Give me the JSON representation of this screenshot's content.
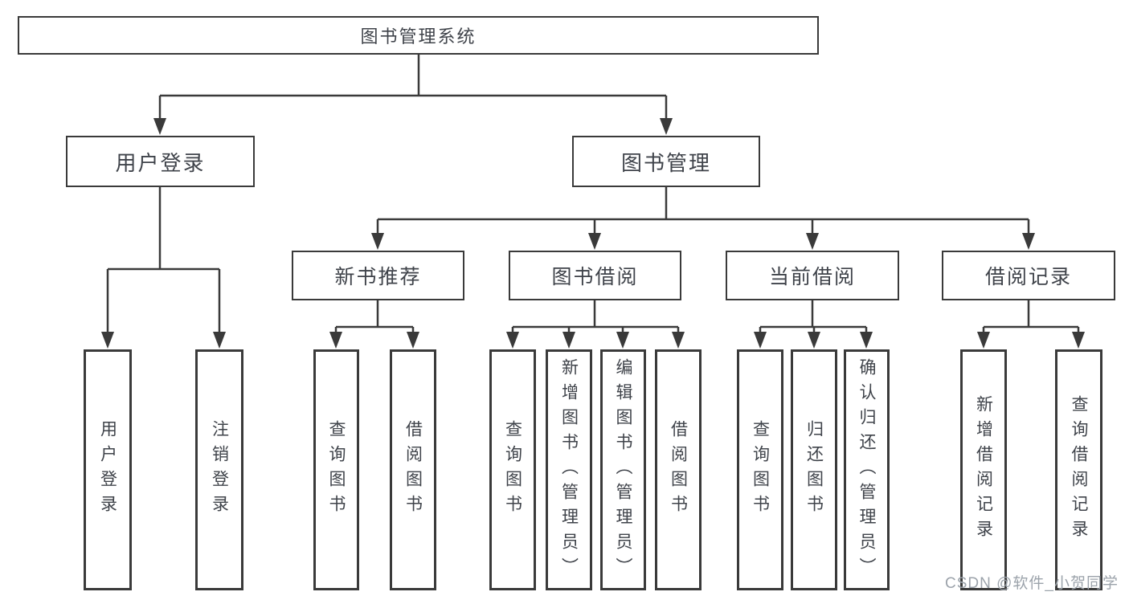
{
  "diagram": {
    "root": {
      "label": "图书管理系统"
    },
    "branches": [
      {
        "label": "用户登录",
        "children": [
          {
            "label": "用户登录"
          },
          {
            "label": "注销登录"
          }
        ]
      },
      {
        "label": "图书管理",
        "children": [
          {
            "label": "新书推荐",
            "children": [
              {
                "label": "查询图书"
              },
              {
                "label": "借阅图书"
              }
            ]
          },
          {
            "label": "图书借阅",
            "children": [
              {
                "label": "查询图书"
              },
              {
                "label": "新增图书（管理员）"
              },
              {
                "label": "编辑图书（管理员）"
              },
              {
                "label": "借阅图书"
              }
            ]
          },
          {
            "label": "当前借阅",
            "children": [
              {
                "label": "查询图书"
              },
              {
                "label": "归还图书"
              },
              {
                "label": "确认归还（管理员）"
              }
            ]
          },
          {
            "label": "借阅记录",
            "children": [
              {
                "label": "新增借阅记录"
              },
              {
                "label": "查询借阅记录"
              }
            ]
          }
        ]
      }
    ],
    "watermark": "CSDN @软件_小贺同学",
    "colors": {
      "line": "#3a3a3a",
      "border": "#3a3a3a",
      "text": "#3f434a",
      "watermark": "#9ca3ab",
      "background": "#ffffff"
    }
  }
}
